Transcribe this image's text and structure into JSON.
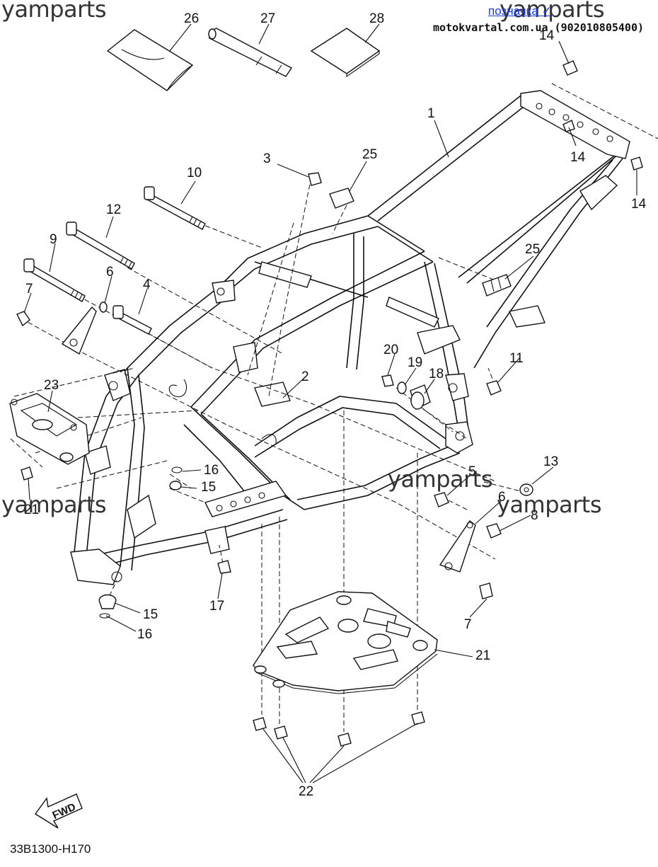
{
  "watermarks": [
    "yamparts",
    "yamparts",
    "yamparts",
    "yamparts",
    "yamparts"
  ],
  "header": {
    "link_label": "позначка ✓",
    "site_text": "motokvartal.com.ua (902010805400)"
  },
  "callouts": {
    "c1": "1",
    "c2": "2",
    "c3": "3",
    "c4": "4",
    "c5": "5",
    "c6a": "6",
    "c6b": "6",
    "c7a": "7",
    "c7b": "7",
    "c8": "8",
    "c9": "9",
    "c10": "10",
    "c11": "11",
    "c12": "12",
    "c13": "13",
    "c14a": "14",
    "c14b": "14",
    "c14c": "14",
    "c15a": "15",
    "c15b": "15",
    "c16a": "16",
    "c16b": "16",
    "c17": "17",
    "c18": "18",
    "c19": "19",
    "c20": "20",
    "c21a": "21",
    "c21b": "21",
    "c22": "22",
    "c23": "23",
    "c25a": "25",
    "c25b": "25",
    "c26": "26",
    "c27": "27",
    "c28": "28"
  },
  "fwd_label": "FWD",
  "diagram_code": "33B1300-H170"
}
